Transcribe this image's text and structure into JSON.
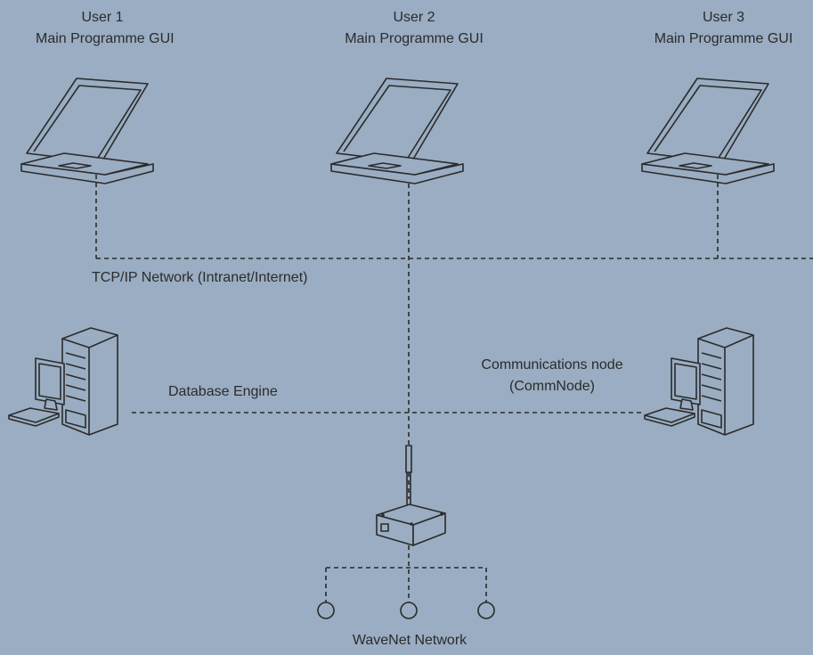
{
  "users": [
    {
      "name": "User 1",
      "role": "Main Programme GUI"
    },
    {
      "name": "User 2",
      "role": "Main Programme GUI"
    },
    {
      "name": "User 3",
      "role": "Main Programme GUI"
    }
  ],
  "network_label": "TCP/IP Network (Intranet/Internet)",
  "database_label": "Database Engine",
  "commnode_label_line1": "Communications node",
  "commnode_label_line2": "(CommNode)",
  "wavenet_label": "WaveNet Network",
  "icons": [
    "laptop-icon",
    "server-computer-icon",
    "radio-gateway-icon",
    "sensor-node-icon"
  ],
  "colors": {
    "background": "#9aadc2",
    "line": "#2b2b2b"
  }
}
